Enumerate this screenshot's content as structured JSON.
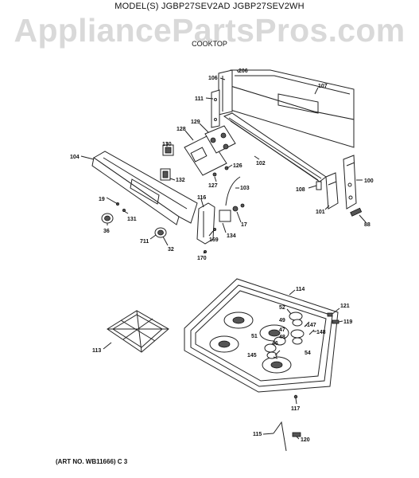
{
  "header": {
    "model": "MODEL(S) JGBP27SEV2AD  JGBP27SEV2WH",
    "watermark": "AppliancePartsPros.com",
    "section": "COOKTOP"
  },
  "footer": {
    "art_no": "(ART NO. WB11666) C 3"
  },
  "parts": [
    "206",
    "106",
    "107",
    "111",
    "129",
    "128",
    "130",
    "104",
    "132",
    "127",
    "126",
    "102",
    "103",
    "108",
    "100",
    "19",
    "131",
    "116",
    "36",
    "711",
    "32",
    "169",
    "170",
    "134",
    "17",
    "101",
    "88",
    "114",
    "52",
    "49",
    "121",
    "119",
    "147",
    "148",
    "47",
    "51",
    "48",
    "46",
    "113",
    "145",
    "54",
    "117",
    "115",
    "120"
  ]
}
